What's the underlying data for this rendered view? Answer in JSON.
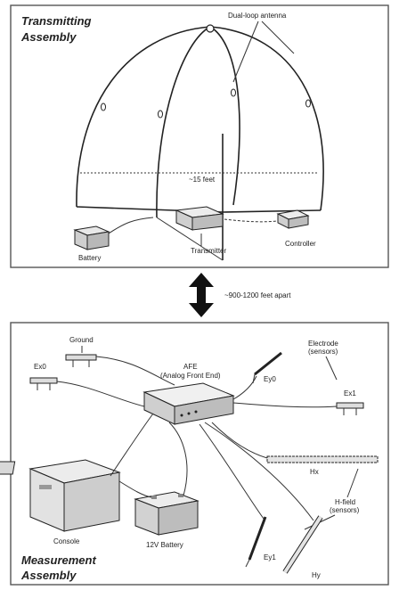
{
  "transmitting": {
    "title_line1": "Transmitting",
    "title_line2": "Assembly",
    "antenna_label": "Dual-loop antenna",
    "width_label": "~15 feet",
    "battery_label": "Battery",
    "transmitter_label": "Transmitter",
    "controller_label": "Controller"
  },
  "separation_label": "~900-1200 feet apart",
  "measurement": {
    "title_line1": "Measurement",
    "title_line2": "Assembly",
    "ground_label": "Ground",
    "electrode_line1": "Electrode",
    "electrode_line2": "(sensors)",
    "afe_line1": "AFE",
    "afe_line2": "(Analog Front End)",
    "ex0_label": "Ex0",
    "ey0_label": "Ey0",
    "ex1_label": "Ex1",
    "hx_label": "Hx",
    "hfield_line1": "H-field",
    "hfield_line2": "(sensors)",
    "console_label": "Console",
    "battery_label": "12V Battery",
    "ey1_label": "Ey1",
    "hy_label": "Hy"
  }
}
